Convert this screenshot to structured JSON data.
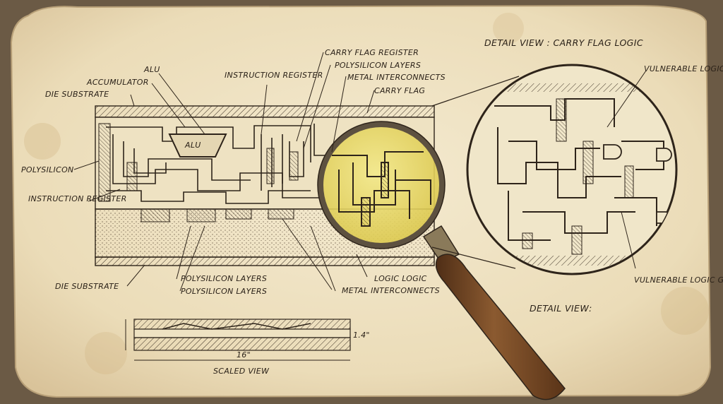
{
  "labels": {
    "alu_top": "ALU",
    "accumulator": "ACCUMULATOR",
    "die_substrate_top": "DIE SUBSTRATE",
    "instruction_register_top": "INSTRUCTION REGISTER",
    "carry_flag_register": "CARRY FLAG REGISTER",
    "polysilicon_layers_top": "POLYSILICON LAYERS",
    "metal_interconnects_top": "METAL INTERCONNECTS",
    "carry_flag": "CARRY FLAG",
    "polysilicon_left": "POLYSILICON",
    "instruction_register_left": "INSTRUCTION REGISTER",
    "alu_block": "ALU",
    "die_substrate_bottom": "DIE SUBSTRATE",
    "polysilicon_layers_b1": "POLYSILICON LAYERS",
    "polysilicon_layers_b2": "POLYSILICON LAYERS",
    "metal_interconnects_bottom": "METAL INTERCONNECTS",
    "logic_logic": "LOGIC LOGIC",
    "detail_view_title": "DETAIL VIEW : CARRY FLAG LOGIC",
    "vulnerable_gate_top": "VULNERABLE LOGIC GATE",
    "vulnerable_gate_bottom": "VULNERABLE LOGIC GATE",
    "detail_view": "DETAIL VIEW:",
    "scaled_view": "SCALED VIEW",
    "dim_width": "16\"",
    "dim_height": "1.4\""
  },
  "colors": {
    "paper": "#efe4c8",
    "ink": "#2e241a",
    "lens_yellow": "#e9db6a",
    "handle_wood": "#7a4a26",
    "brass": "#8a7a5a"
  }
}
